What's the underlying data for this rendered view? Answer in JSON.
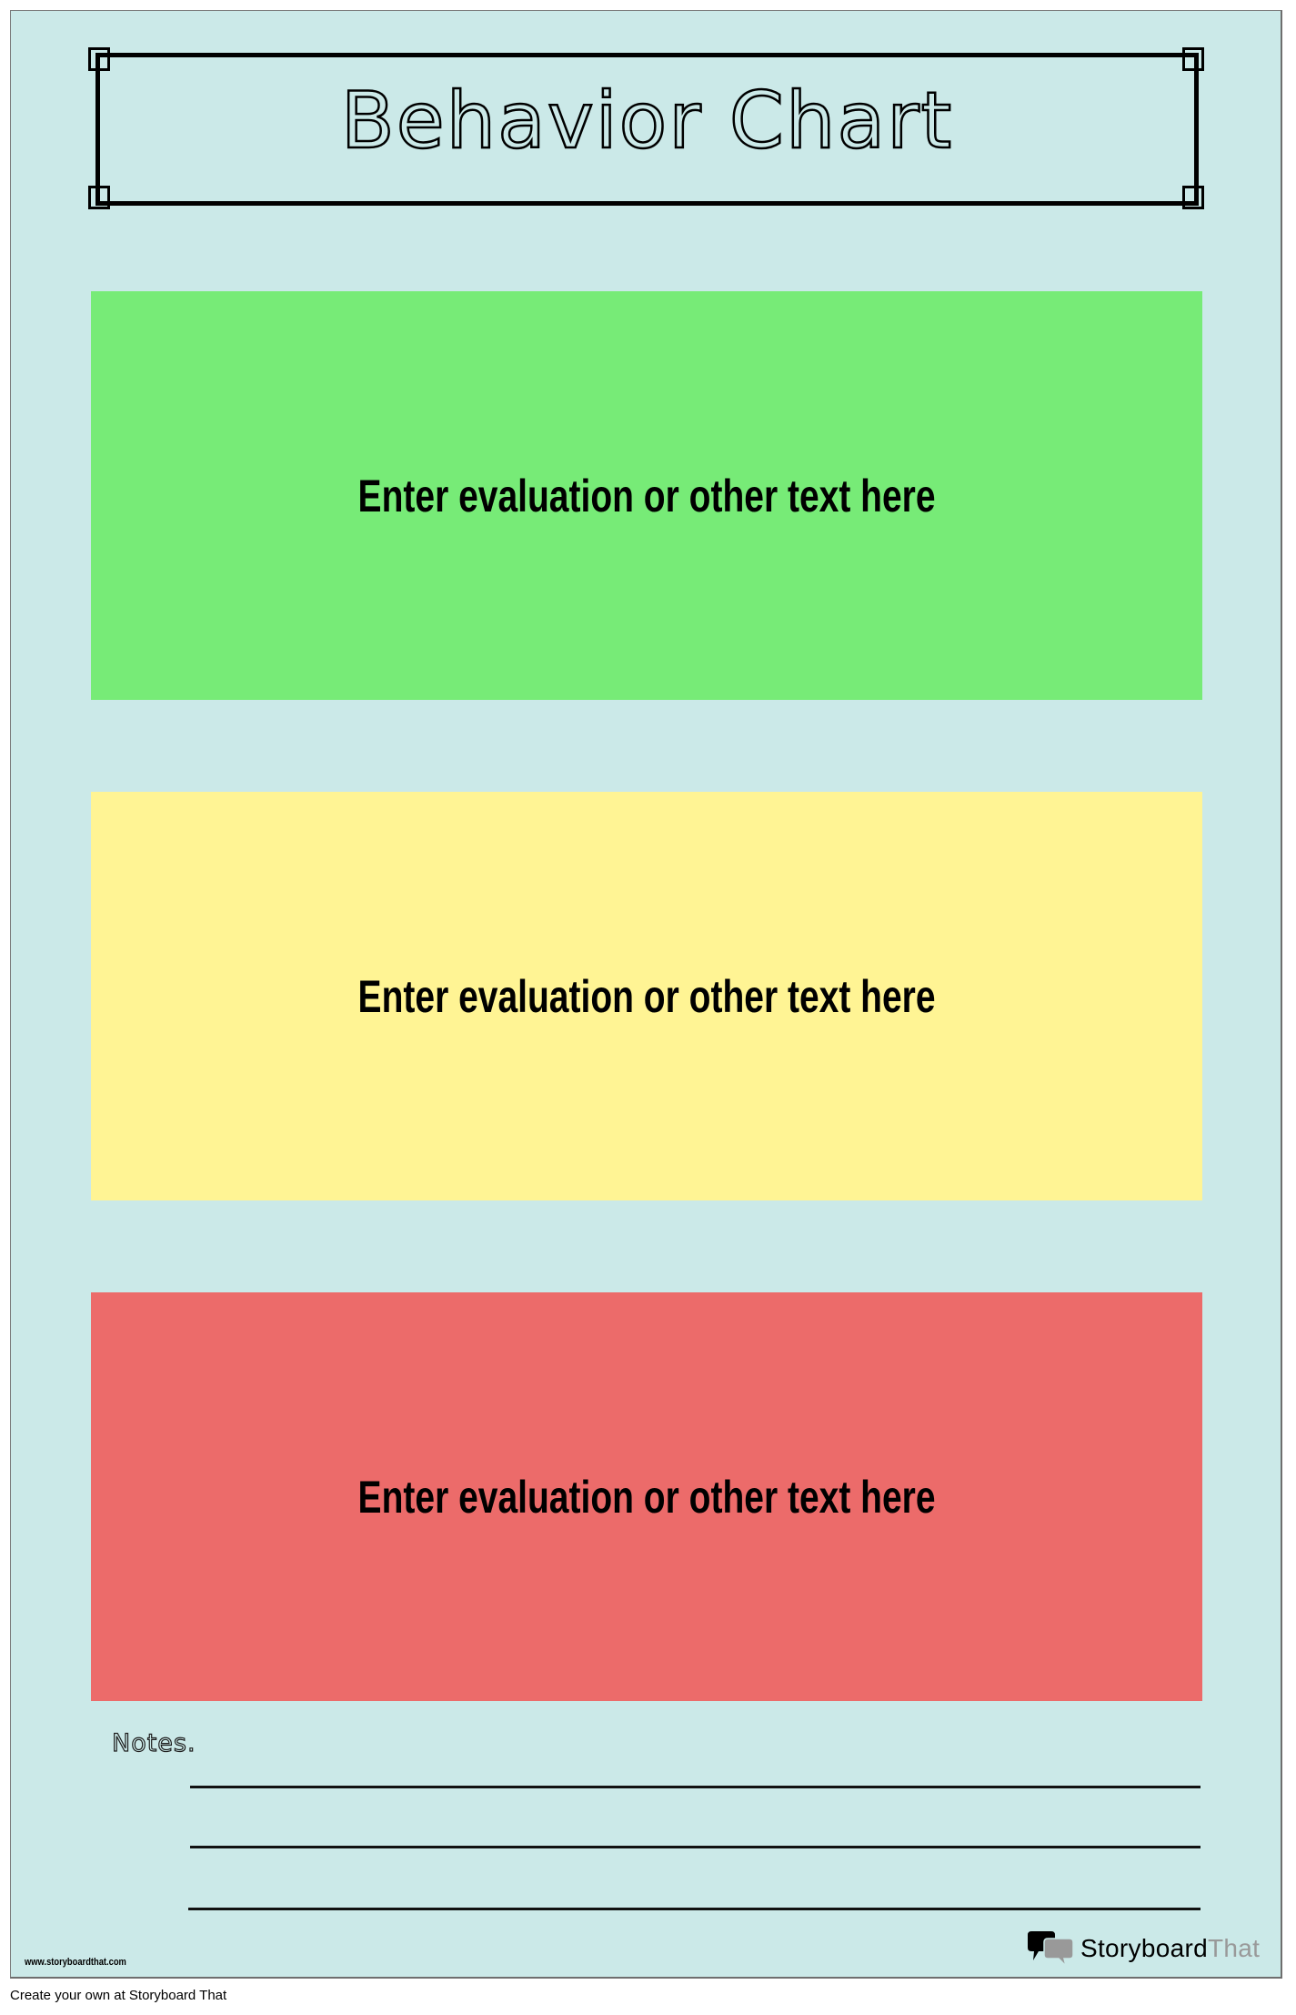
{
  "title": "Behavior Chart",
  "colors": {
    "page_background": "#cbe9e8",
    "green": "#77eb77",
    "yellow": "#fff494",
    "red": "#ec6b6a",
    "brand_accent": "#999999"
  },
  "evaluation_boxes": [
    {
      "color": "green",
      "text": "Enter evaluation or other text here"
    },
    {
      "color": "yellow",
      "text": "Enter evaluation or other text here"
    },
    {
      "color": "red",
      "text": "Enter evaluation or other text here"
    }
  ],
  "notes": {
    "label": "Notes.",
    "line_count": 3
  },
  "footer": {
    "url": "www.storyboardthat.com",
    "brand_icon": "speech-bubbles-icon",
    "brand_name": "Storyboard",
    "brand_name_accent": "That",
    "create_own": "Create your own at Storyboard That"
  }
}
